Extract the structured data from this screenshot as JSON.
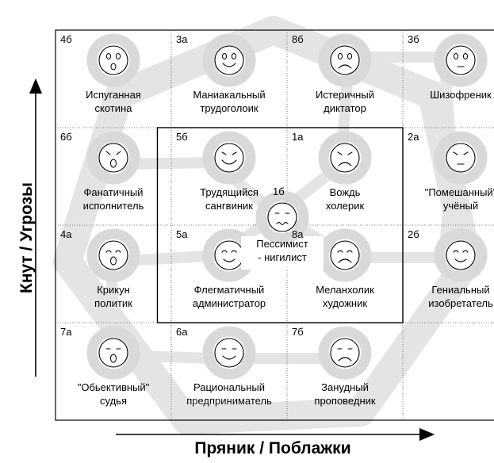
{
  "axes": {
    "y_label": "Кнут / Угрозы",
    "x_label": "Пряник / Поблажки"
  },
  "colors": {
    "background_shape": "#e4e4e4",
    "face_ring": "#d9d9d9",
    "line": "#000000"
  },
  "cells": [
    {
      "code": "4б",
      "caption": [
        "Испуганная",
        "скотина"
      ],
      "face": "scared"
    },
    {
      "code": "3а",
      "caption": [
        "Маниакальный",
        "трудоголоик"
      ],
      "face": "happy"
    },
    {
      "code": "8б",
      "caption": [
        "Истеричный",
        "диктатор"
      ],
      "face": "sad"
    },
    {
      "code": "3б",
      "caption": [
        "Шизофреник"
      ],
      "face": "neutral"
    },
    {
      "code": "6б",
      "caption": [
        "Фанатичный",
        "исполнитель"
      ],
      "face": "shout"
    },
    {
      "code": "5б",
      "caption": [
        "Трудящийся",
        "сангвиник"
      ],
      "face": "grin"
    },
    {
      "code": "1а",
      "caption": [
        "Вождь",
        "холерик"
      ],
      "face": "angry"
    },
    {
      "code": "2а",
      "caption": [
        "\"Помешанный\"",
        "учёный"
      ],
      "face": "squint"
    },
    {
      "code": "4а",
      "caption": [
        "Крикун",
        "политик"
      ],
      "face": "yell"
    },
    {
      "code": "5а",
      "caption": [
        "Флегматичный",
        "администратор"
      ],
      "face": "calm"
    },
    {
      "code": "8а",
      "caption": [
        "Меланхолик",
        "художник"
      ],
      "face": "melancholy"
    },
    {
      "code": "2б",
      "caption": [
        "Гениальный",
        "изобретатель"
      ],
      "face": "calm"
    },
    {
      "code": "7а",
      "caption": [
        "\"Обьективный\"",
        "судья"
      ],
      "face": "yell_flat"
    },
    {
      "code": "6а",
      "caption": [
        "Рациональный",
        "предприниматель"
      ],
      "face": "content"
    },
    {
      "code": "7б",
      "caption": [
        "Занудный",
        "проповедник"
      ],
      "face": "bored"
    },
    {
      "code": "",
      "caption": [],
      "face": "none"
    }
  ],
  "center": {
    "code": "1б",
    "caption": [
      "Пессимист",
      "- нигилист"
    ],
    "face": "wavy"
  }
}
